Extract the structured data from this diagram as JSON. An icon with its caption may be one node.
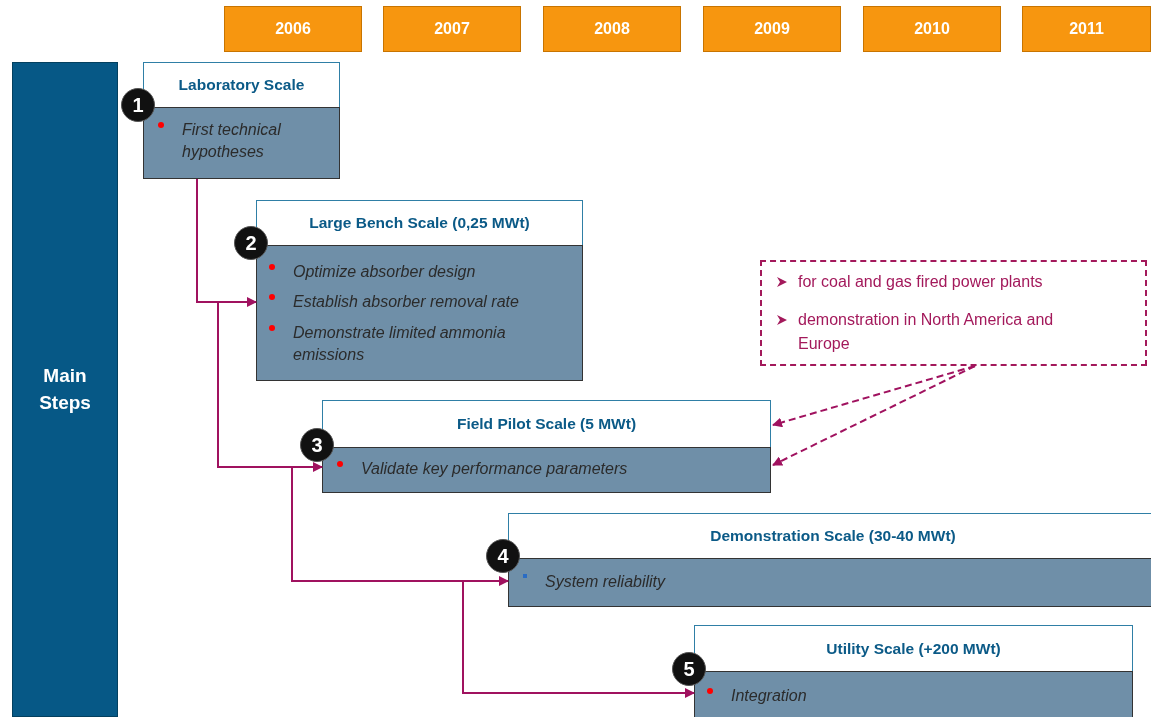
{
  "diagram": {
    "nodes": [
      {
        "text": [
          "2006"
        ]
      },
      {
        "text": [
          "2007"
        ]
      },
      {
        "text": [
          "2008"
        ]
      },
      {
        "text": [
          "2009"
        ]
      },
      {
        "text": [
          "2010"
        ]
      },
      {
        "text": [
          "2011"
        ]
      },
      {
        "text": [
          "Main Steps"
        ]
      },
      {
        "text": [
          "Laboratory Scale",
          "First technical hypotheses"
        ],
        "beside": [
          "1"
        ]
      },
      {
        "text": [
          "Large Bench Scale (0,25 MWt)",
          "Optimize absorber design",
          "Establish absorber removal rate",
          "Demonstrate limited ammonia emissions"
        ],
        "beside": [
          "2"
        ]
      },
      {
        "text": [
          "for coal and gas fired power plants",
          "demonstration in North America and Europe"
        ]
      },
      {
        "text": [
          "Field Pilot Scale (5 MWt)",
          "Validate key performance parameters"
        ],
        "beside": [
          "3"
        ]
      },
      {
        "text": [
          "Demonstration Scale (30-40 MWt)",
          "System reliability"
        ],
        "beside": [
          "4"
        ]
      },
      {
        "text": [
          "Utility Scale  (+200 MWt)",
          "Integration"
        ],
        "beside": [
          "5"
        ]
      }
    ],
    "edges": [
      {
        "from": 7,
        "to": 8,
        "arrow": "to"
      },
      {
        "from": 8,
        "to": 10,
        "arrow": "to"
      },
      {
        "from": 10,
        "to": 11,
        "arrow": "to"
      },
      {
        "from": 11,
        "to": 12,
        "arrow": "to"
      },
      {
        "from": 9,
        "to": 10,
        "arrow": "to",
        "style": "dashed"
      },
      {
        "from": 9,
        "to": 10,
        "arrow": "to",
        "style": "dashed"
      }
    ]
  }
}
